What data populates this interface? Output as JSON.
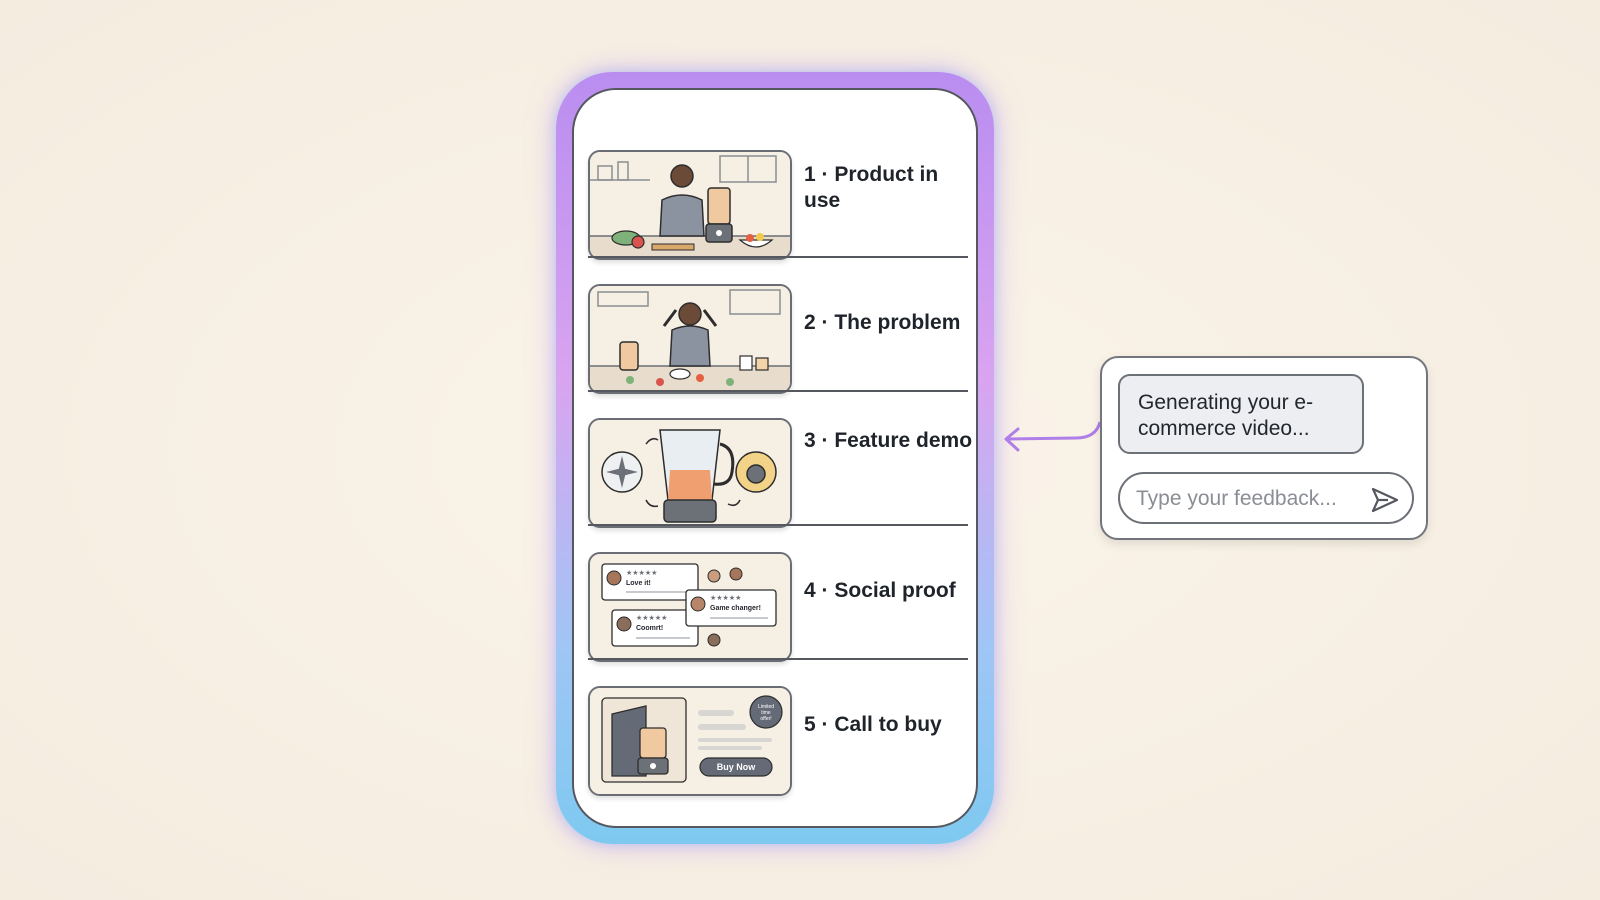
{
  "storyboard": {
    "scenes": [
      {
        "number": "1 ·",
        "title": "Product in use"
      },
      {
        "number": "2 ·",
        "title": "The problem"
      },
      {
        "number": "3 ·",
        "title": "Feature demo"
      },
      {
        "number": "4 ·",
        "title": "Social proof"
      },
      {
        "number": "5 ·",
        "title": "Call to buy"
      }
    ],
    "social_proof": {
      "review1": "Love it!",
      "review2": "Game changer!",
      "review3": "Coomrt!",
      "stars": "★★★★★"
    },
    "cta": {
      "button": "Buy Now",
      "badge_line1": "Limited",
      "badge_line2": "time",
      "badge_line3": "offer!"
    }
  },
  "chat": {
    "status": "Generating your e-commerce video...",
    "feedback_placeholder": "Type your feedback...",
    "accent_color": "#b07ee8"
  }
}
